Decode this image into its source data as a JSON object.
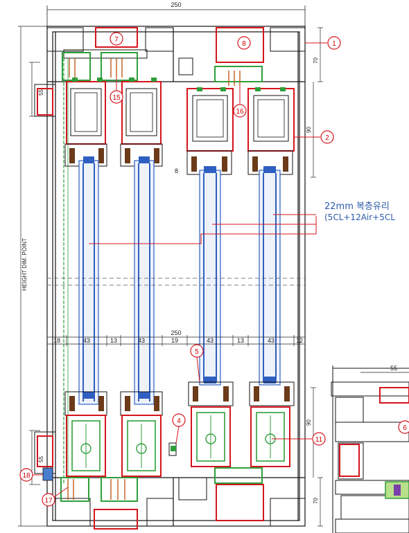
{
  "dimensions": {
    "top_width": "250",
    "mid_width": "250",
    "segments": [
      "18",
      "43",
      "13",
      "43",
      "19",
      "43",
      "13",
      "43",
      "12"
    ],
    "left_top": "55",
    "left_bottom": "55",
    "right_top": "70",
    "right_mid": "90",
    "right_lower": "90",
    "right_bottom": "70",
    "small_8": "8",
    "detail_width": "55"
  },
  "side_label": "HEIGHT DIM. POINT",
  "glass_note": {
    "line1": "22mm 복층유리",
    "line2": "(5CL+12Air+5CL"
  },
  "callouts": [
    "1",
    "2",
    "4",
    "5",
    "6",
    "7",
    "8",
    "11",
    "15",
    "16",
    "17",
    "18"
  ],
  "colors": {
    "frame": "#111111",
    "reinforcement": "#d4141c",
    "gasket": "#2e9e3a",
    "glass": "#2f5fc0",
    "note": "#2a5aa8"
  }
}
